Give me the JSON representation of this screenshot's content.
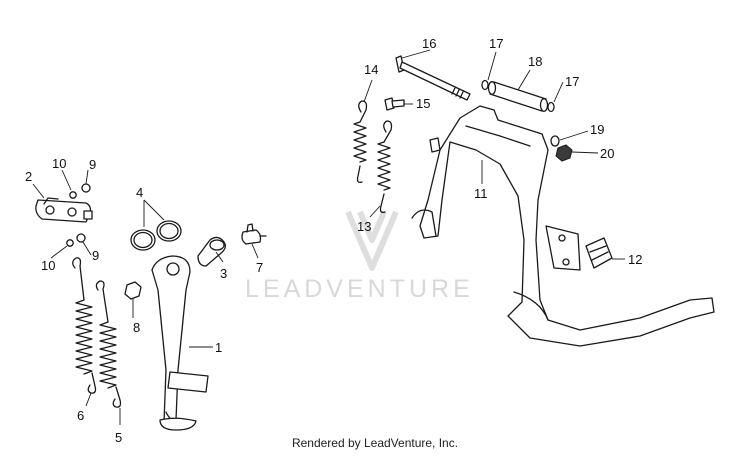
{
  "watermark": {
    "text": "LEADVENTURE"
  },
  "credit": "Rendered by LeadVenture, Inc.",
  "callouts": [
    {
      "id": "1",
      "label": "1"
    },
    {
      "id": "2",
      "label": "2"
    },
    {
      "id": "3",
      "label": "3"
    },
    {
      "id": "4",
      "label": "4"
    },
    {
      "id": "5",
      "label": "5"
    },
    {
      "id": "6",
      "label": "6"
    },
    {
      "id": "7",
      "label": "7"
    },
    {
      "id": "8",
      "label": "8"
    },
    {
      "id": "9a",
      "label": "9"
    },
    {
      "id": "9b",
      "label": "9"
    },
    {
      "id": "10a",
      "label": "10"
    },
    {
      "id": "10b",
      "label": "10"
    },
    {
      "id": "11",
      "label": "11"
    },
    {
      "id": "12",
      "label": "12"
    },
    {
      "id": "13",
      "label": "13"
    },
    {
      "id": "14",
      "label": "14"
    },
    {
      "id": "15",
      "label": "15"
    },
    {
      "id": "16",
      "label": "16"
    },
    {
      "id": "17a",
      "label": "17"
    },
    {
      "id": "17b",
      "label": "17"
    },
    {
      "id": "18",
      "label": "18"
    },
    {
      "id": "19",
      "label": "19"
    },
    {
      "id": "20",
      "label": "20"
    }
  ]
}
